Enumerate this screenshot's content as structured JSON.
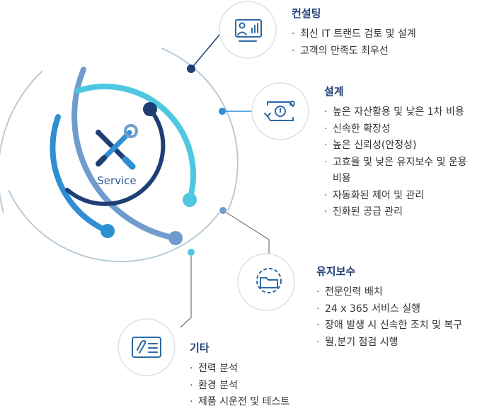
{
  "center": {
    "label": "Service",
    "icon": "tools-icon"
  },
  "colors": {
    "navy": "#1f3f74",
    "blue": "#2f8fd3",
    "cyan": "#4ec8e0",
    "steel": "#6f9ccc",
    "ring": "#b9cad6",
    "icon_stroke": "#2e6aa3"
  },
  "sections": [
    {
      "id": "consulting",
      "title": "컨설팅",
      "icon": "dashboard-user-icon",
      "items": [
        "최신 IT 트랜드 검토 및 설계",
        "고객의 만족도 최우선"
      ]
    },
    {
      "id": "design",
      "title": "설계",
      "icon": "settings-cycle-icon",
      "items": [
        "높은 자산활용 및 낮은 1차 비용",
        "신속한 확장성",
        "높은 신뢰성(안정성)",
        "고효율 및 낮은 유지보수 및 운용 비용",
        "자동화된 제어 및 관리",
        "진화된 공급 관리"
      ]
    },
    {
      "id": "maintenance",
      "title": "유지보수",
      "icon": "gear-folder-icon",
      "items": [
        "전문인력 배치",
        "24 x 365 서비스 실행",
        "장애 발생 시 신속한 조치 및 복구",
        "월,분기 점검 시행"
      ]
    },
    {
      "id": "etc",
      "title": "기타",
      "icon": "document-clip-icon",
      "items": [
        "전력 분석",
        "환경 분석",
        "제품 시운전 및 테스트"
      ]
    }
  ]
}
